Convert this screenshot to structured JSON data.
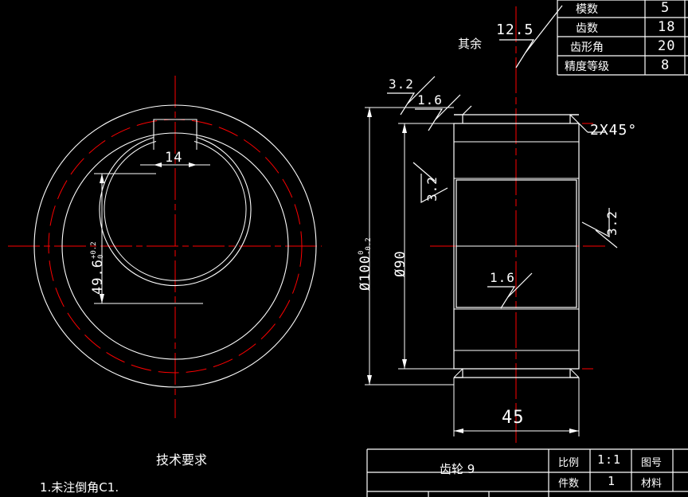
{
  "drawing": {
    "title": "齿轮 9",
    "background_color": "#000000",
    "line_color": "#ffffff",
    "center_line_color": "#ff0000"
  },
  "gear_table": {
    "rows": [
      {
        "label": "模数",
        "value": "5"
      },
      {
        "label": "齿数",
        "value": "18"
      },
      {
        "label": "齿形角",
        "value": "20"
      },
      {
        "label": "精度等级",
        "value": "8"
      }
    ]
  },
  "title_block": {
    "part_name": "齿轮 9",
    "scale_label": "比例",
    "scale_value": "1:1",
    "drawing_no_label": "图号",
    "qty_label": "件数",
    "qty_value": "1",
    "material_label": "材料"
  },
  "tech_notes": {
    "heading": "技术要求",
    "items": [
      "1.未注倒角C1."
    ]
  },
  "front_view": {
    "keyway_width": "14",
    "keyway_depth": {
      "nominal": "49.6",
      "upper": "+0.2",
      "lower": "0"
    }
  },
  "section_view": {
    "outer_dia": {
      "symbol": "Ø",
      "nominal": "100",
      "upper": "0",
      "lower": "-0.2"
    },
    "root_dia": {
      "symbol": "Ø",
      "nominal": "90"
    },
    "width": "45",
    "chamfer": "2X45°"
  },
  "surface_finish": {
    "others_label": "其余",
    "others_value": "12.5",
    "marks": [
      {
        "value": "3.2",
        "position": "top-left-outer"
      },
      {
        "value": "1.6",
        "position": "top-left-inner"
      },
      {
        "value": "3.2",
        "position": "left-bore"
      },
      {
        "value": "3.2",
        "position": "right-face"
      },
      {
        "value": "1.6",
        "position": "inner-bore"
      }
    ]
  }
}
